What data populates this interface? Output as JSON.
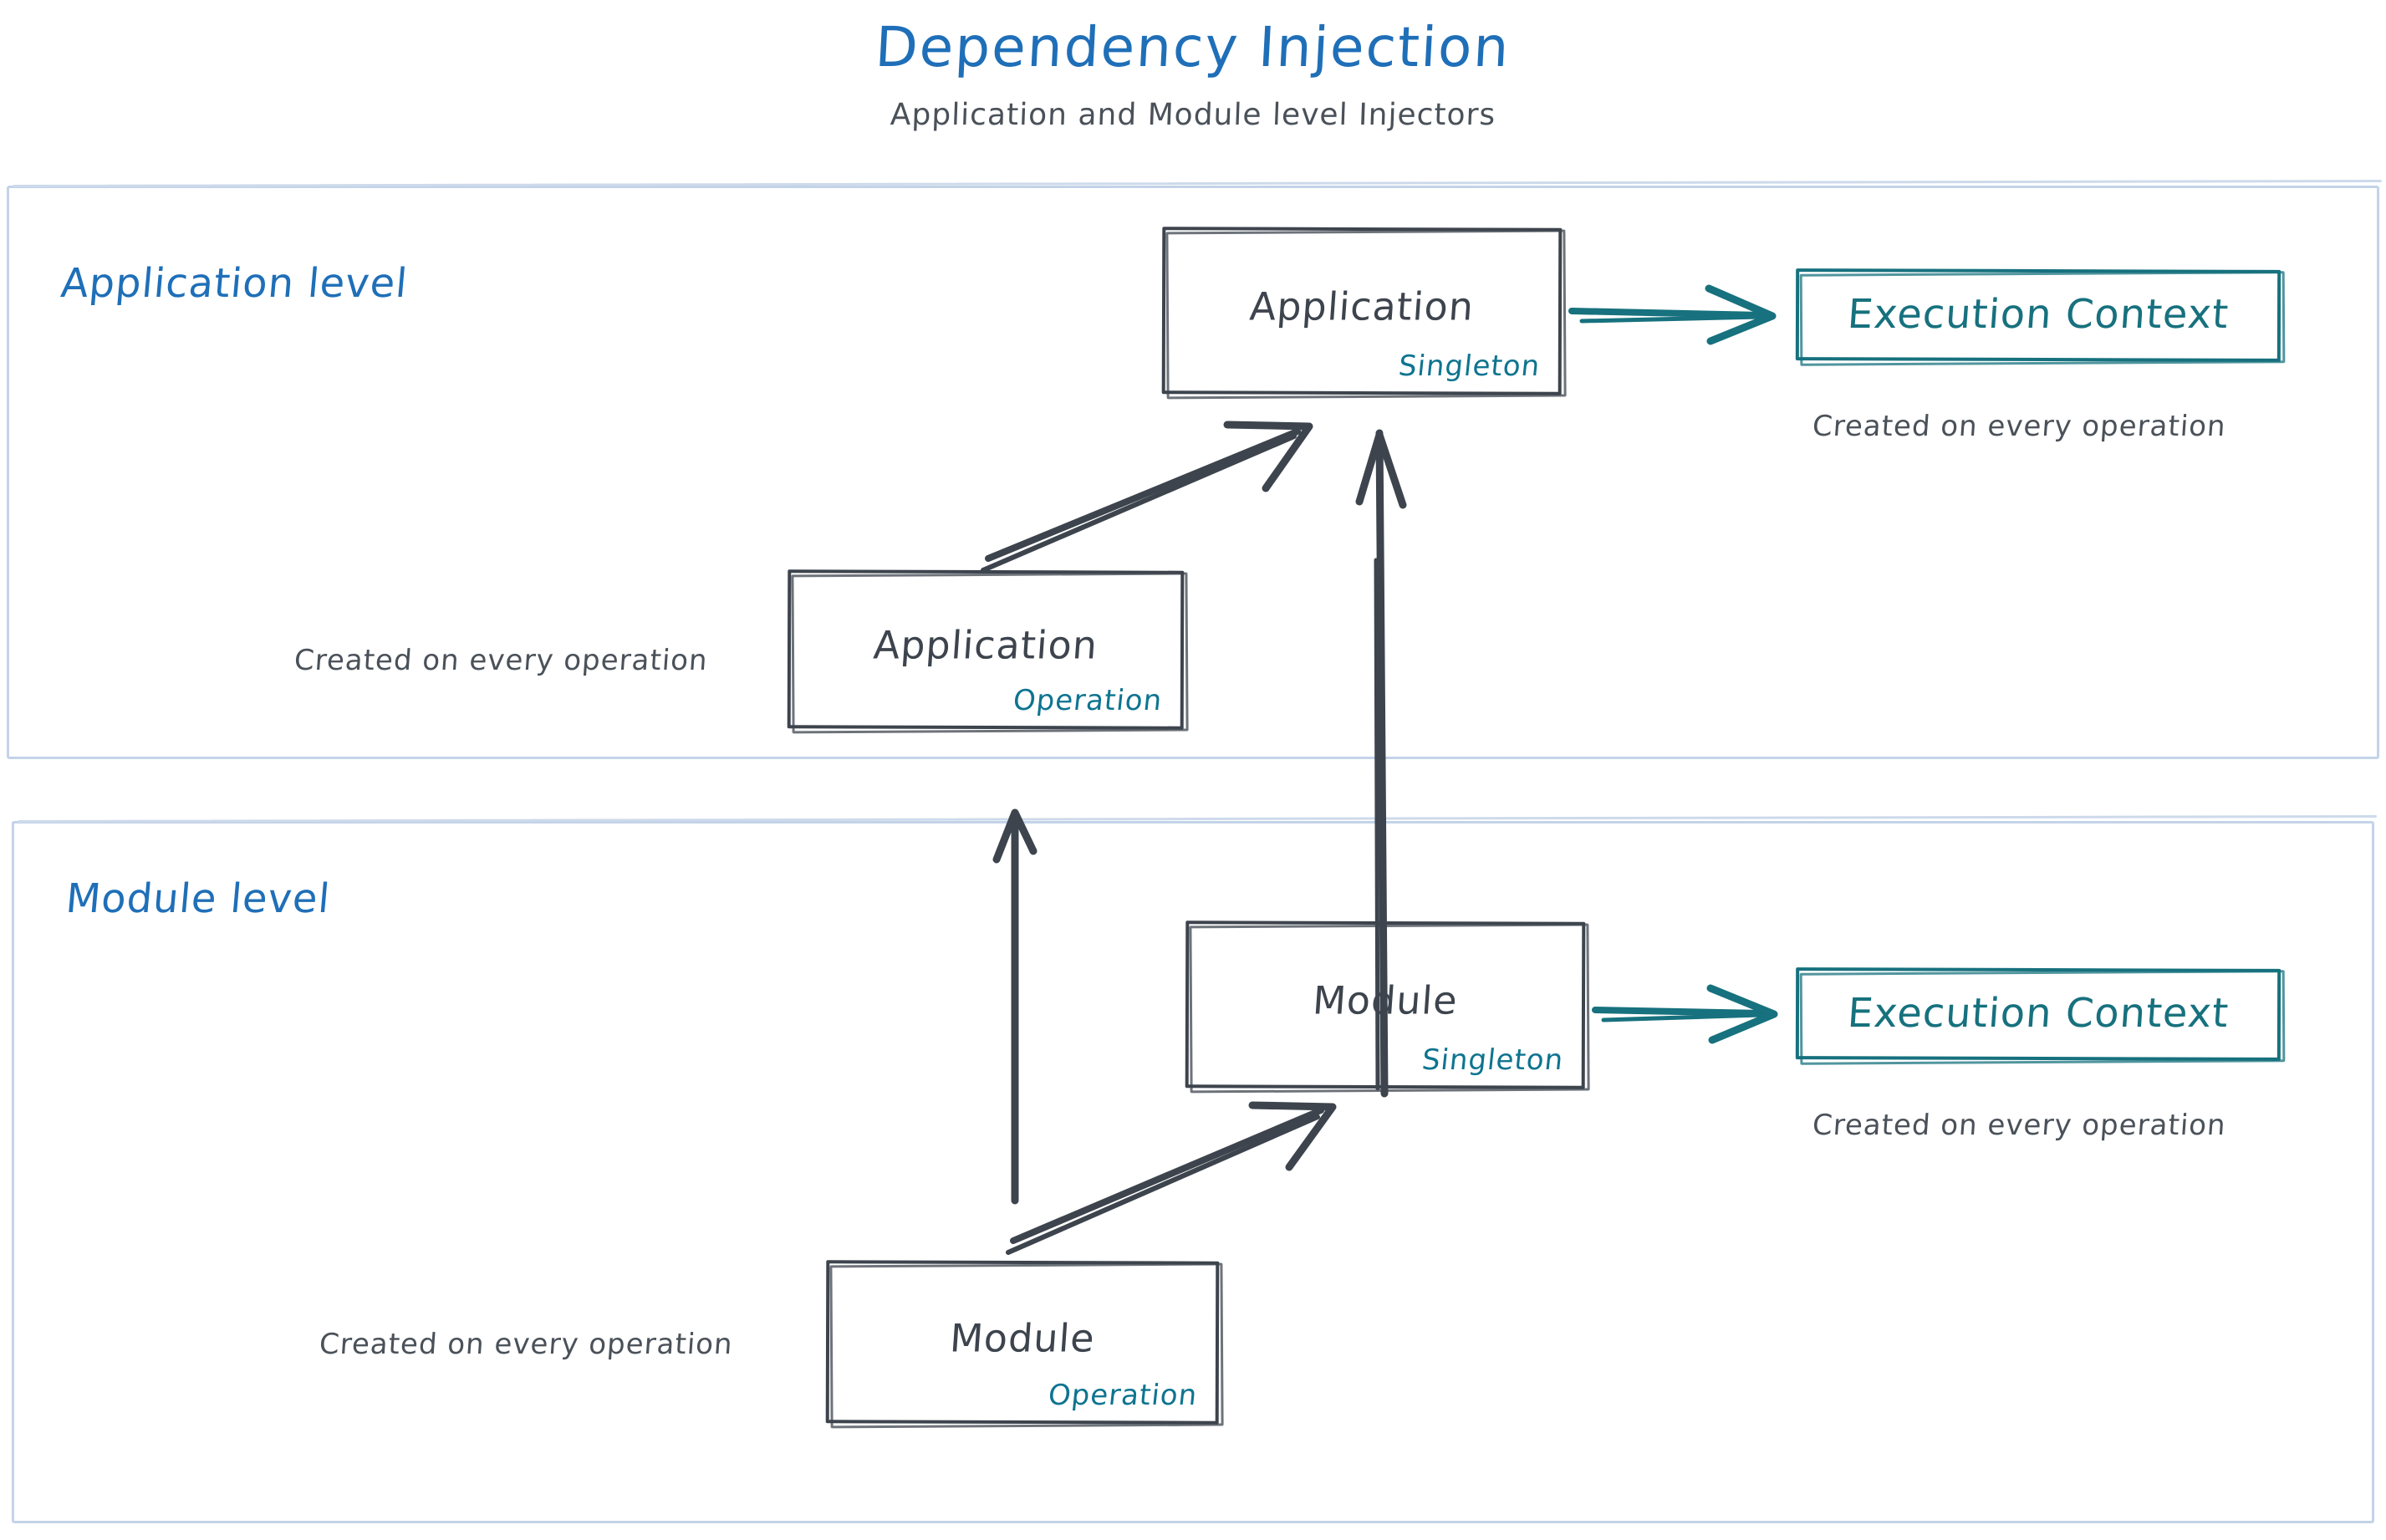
{
  "header": {
    "title": "Dependency Injection",
    "subtitle": "Application and Module level Injectors"
  },
  "colors": {
    "title_blue": "#1f6fb8",
    "panel_border": "#c3d3e8",
    "box_stroke": "#3d444d",
    "teal": "#17717e",
    "badge_teal": "#0e7490",
    "caption_gray": "#4a5159",
    "background": "#ffffff"
  },
  "panels": [
    {
      "id": "application",
      "label": "Application level",
      "boxes": [
        {
          "id": "application-singleton",
          "title": "Application",
          "badge": "Singleton",
          "style": "dark"
        },
        {
          "id": "application-execution-context",
          "title": "Execution Context",
          "badge": "",
          "style": "teal"
        },
        {
          "id": "application-operation",
          "title": "Application",
          "badge": "Operation",
          "style": "dark"
        }
      ],
      "captions": [
        {
          "id": "application-ctx-caption",
          "text": "Created on every operation"
        },
        {
          "id": "application-operation-caption",
          "text": "Created on every operation"
        }
      ]
    },
    {
      "id": "module",
      "label": "Module level",
      "boxes": [
        {
          "id": "module-singleton",
          "title": "Module",
          "badge": "Singleton",
          "style": "dark"
        },
        {
          "id": "module-execution-context",
          "title": "Execution Context",
          "badge": "",
          "style": "teal"
        },
        {
          "id": "module-operation",
          "title": "Module",
          "badge": "Operation",
          "style": "dark"
        }
      ],
      "captions": [
        {
          "id": "module-ctx-caption",
          "text": "Created on every operation"
        },
        {
          "id": "module-operation-caption",
          "text": "Created on every operation"
        }
      ]
    }
  ],
  "arrows": [
    {
      "id": "application-to-execution-context",
      "from": "application-singleton",
      "to": "application-execution-context",
      "color": "#17717e",
      "direction": "right"
    },
    {
      "id": "application-operation-to-application-singleton",
      "from": "application-operation",
      "to": "application-singleton",
      "color": "#3d444d",
      "direction": "up-right"
    },
    {
      "id": "module-singleton-to-application-singleton",
      "from": "module-singleton",
      "to": "application-singleton",
      "color": "#3d444d",
      "direction": "up"
    },
    {
      "id": "module-to-execution-context",
      "from": "module-singleton",
      "to": "module-execution-context",
      "color": "#17717e",
      "direction": "right"
    },
    {
      "id": "module-operation-to-module-singleton",
      "from": "module-operation",
      "to": "module-singleton",
      "color": "#3d444d",
      "direction": "up-right"
    },
    {
      "id": "module-operation-to-application-operation",
      "from": "module-operation",
      "to": "application-operation",
      "color": "#3d444d",
      "direction": "up"
    }
  ]
}
